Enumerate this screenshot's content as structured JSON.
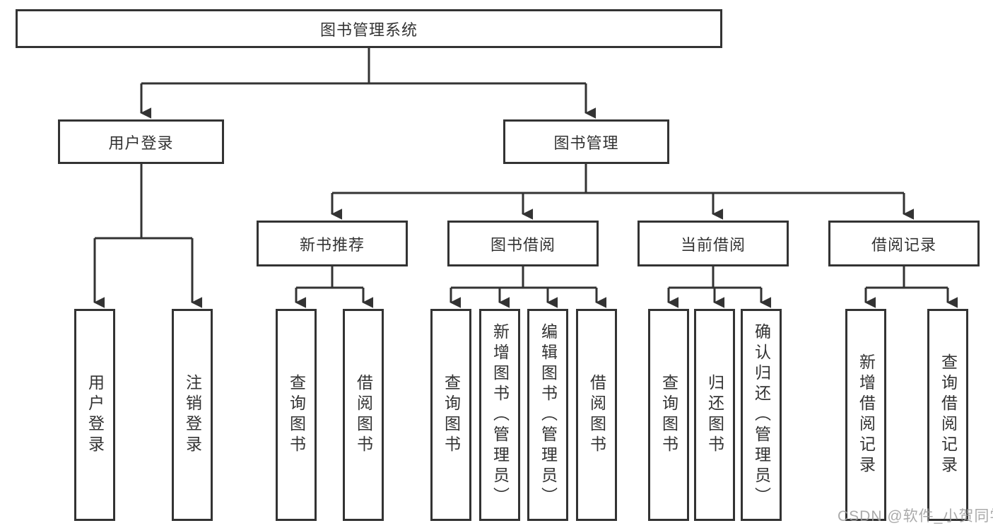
{
  "diagram_type": "tree",
  "colors": {
    "line": "#333333",
    "box_border": "#333333",
    "text": "#333333",
    "background": "#ffffff",
    "watermark": "#9e9e9e"
  },
  "watermark": "CSDN @软件_小贺同学",
  "tree": {
    "root": {
      "label": "图书管理系统"
    },
    "children": [
      {
        "label": "用户登录",
        "children": [
          {
            "label": "用户登录"
          },
          {
            "label": "注销登录"
          }
        ]
      },
      {
        "label": "图书管理",
        "children": [
          {
            "label": "新书推荐",
            "children": [
              {
                "label": "查询图书"
              },
              {
                "label": "借阅图书"
              }
            ]
          },
          {
            "label": "图书借阅",
            "children": [
              {
                "label": "查询图书"
              },
              {
                "label": "新增图书（管理员）"
              },
              {
                "label": "编辑图书（管理员）"
              },
              {
                "label": "借阅图书"
              }
            ]
          },
          {
            "label": "当前借阅",
            "children": [
              {
                "label": "查询图书"
              },
              {
                "label": "归还图书"
              },
              {
                "label": "确认归还（管理员）"
              }
            ]
          },
          {
            "label": "借阅记录",
            "children": [
              {
                "label": "新增借阅记录"
              },
              {
                "label": "查询借阅记录"
              }
            ]
          }
        ]
      }
    ]
  }
}
